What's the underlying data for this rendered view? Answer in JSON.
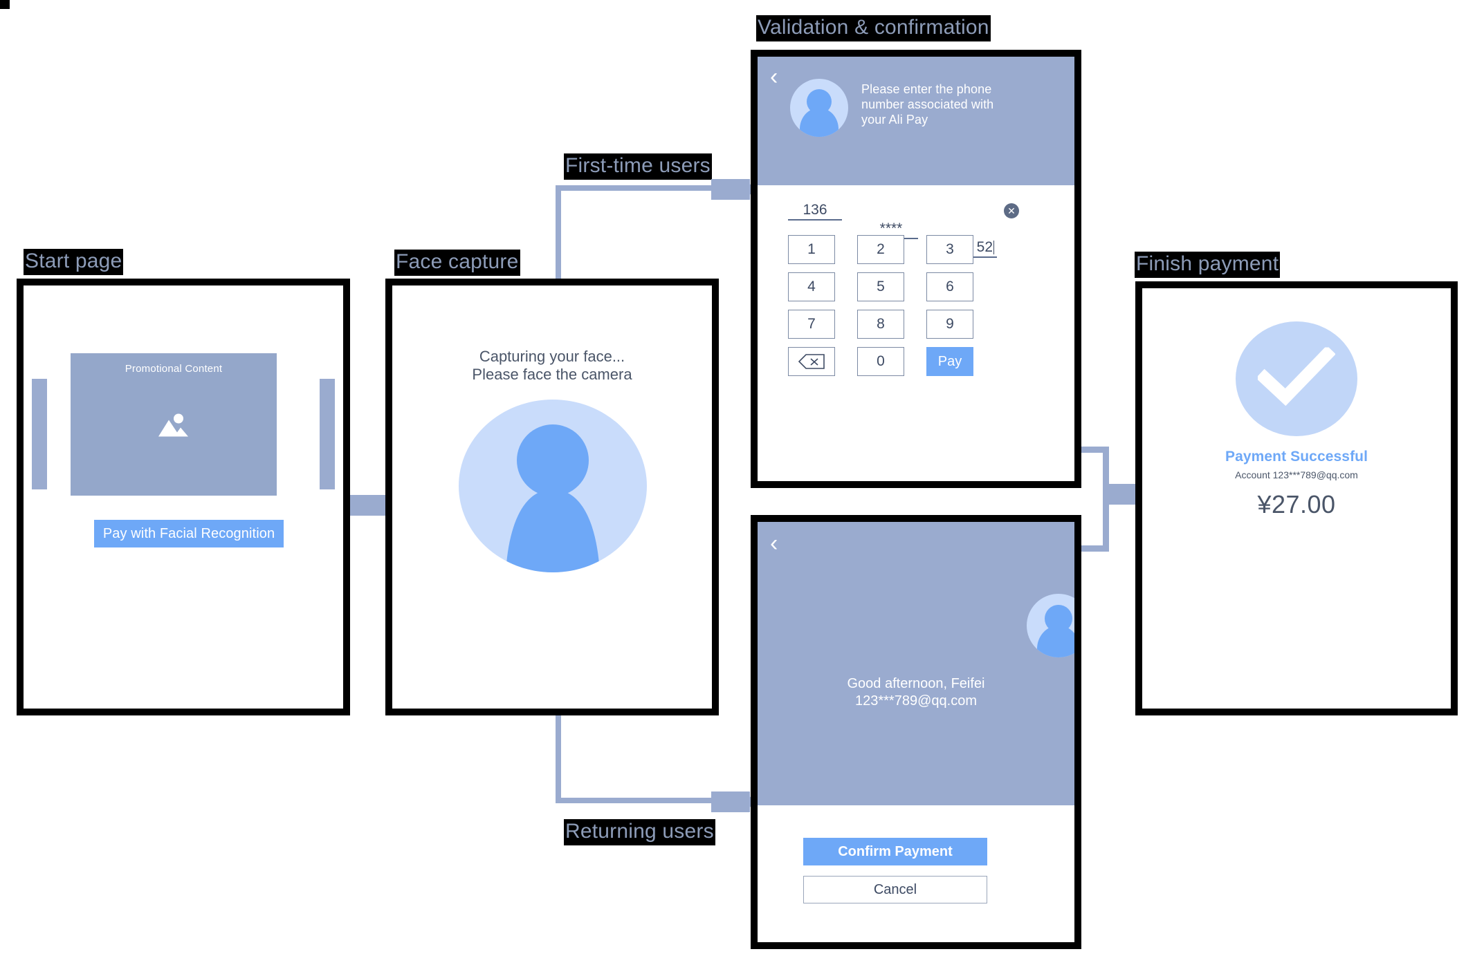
{
  "flow": {
    "steps": [
      {
        "id": "start",
        "title": "Start page"
      },
      {
        "id": "face",
        "title": "Face capture"
      },
      {
        "id": "validation",
        "title": "Validation & confirmation"
      },
      {
        "id": "finish",
        "title": "Finish payment"
      }
    ],
    "branch_labels": {
      "first_time": "First-time users",
      "returning": "Returning users"
    }
  },
  "start_page": {
    "promo_label": "Promotional Content",
    "promo_icon": "image-placeholder-icon",
    "cta_label": "Pay with Facial Recognition"
  },
  "face_capture": {
    "line1": "Capturing your face...",
    "line2": "Please face the camera",
    "avatar_icon": "person-avatar-icon"
  },
  "validation": {
    "back_icon": "back-chevron-icon",
    "avatar_icon": "person-avatar-icon",
    "prompt": "Please enter the phone number associated with your Ali Pay",
    "phone_segments": [
      {
        "name": "segment-1",
        "value": "136"
      },
      {
        "name": "segment-2",
        "value": "****"
      },
      {
        "name": "segment-3",
        "value": "52"
      }
    ],
    "clear_icon": "clear-circle-x-icon",
    "keypad": [
      [
        "1",
        "2",
        "3"
      ],
      [
        "4",
        "5",
        "6"
      ],
      [
        "7",
        "8",
        "9"
      ],
      [
        "backspace-icon",
        "0",
        "Pay"
      ]
    ],
    "pay_label": "Pay",
    "backspace_icon": "backspace-icon"
  },
  "confirm": {
    "back_icon": "back-chevron-icon",
    "avatar_icon": "person-avatar-icon",
    "greeting": "Good afternoon, Feifei",
    "account": "123***789@qq.com",
    "primary_label": "Confirm Payment",
    "secondary_label": "Cancel"
  },
  "finish": {
    "check_icon": "checkmark-icon",
    "title": "Payment Successful",
    "account_line": "Account 123***789@qq.com",
    "amount": "¥27.00"
  },
  "colors": {
    "accent_blue": "#6ea8f7",
    "muted_blue": "#9aabcf",
    "light_blue": "#c9dcfb",
    "frame_black": "#000000",
    "text_slate": "#4a5568"
  }
}
